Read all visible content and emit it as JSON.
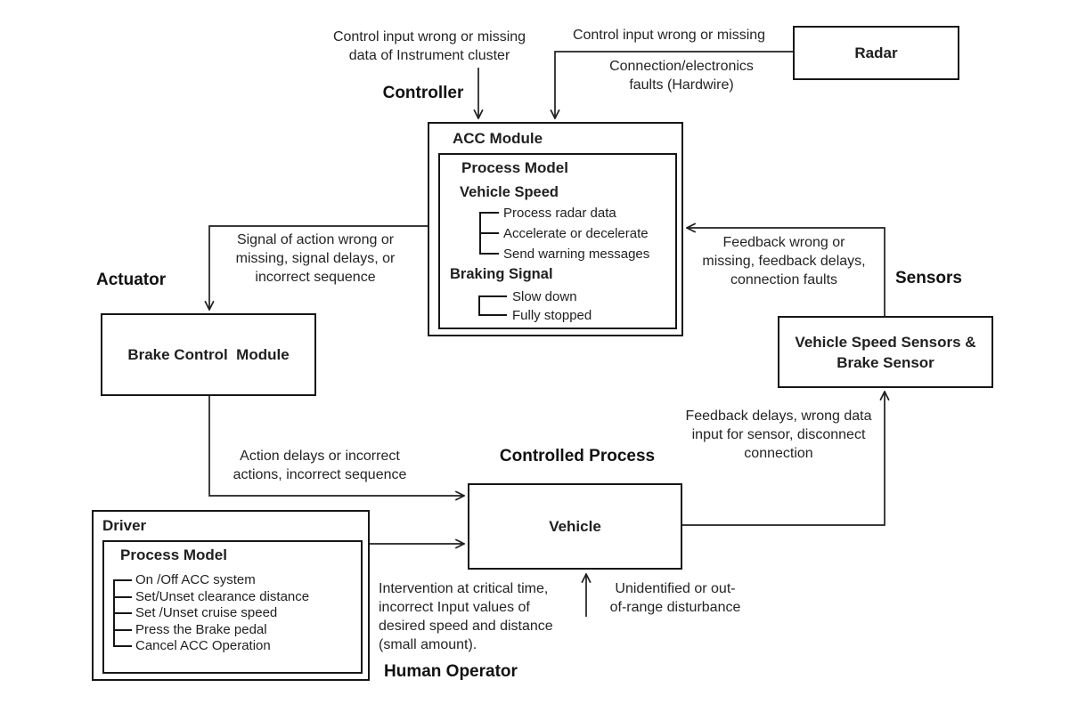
{
  "colors": {
    "background": "#ffffff",
    "line": "#1f1f1f",
    "text": "#1f1f1f"
  },
  "role_labels": {
    "controller": "Controller",
    "actuator": "Actuator",
    "sensors": "Sensors",
    "controlled_process": "Controlled Process",
    "human_operator": "Human Operator"
  },
  "boxes": {
    "radar": {
      "title": "Radar"
    },
    "acc_module": {
      "title": "ACC Module",
      "process_model": {
        "title": "Process Model",
        "vehicle_speed": {
          "title": "Vehicle Speed",
          "items": [
            "Process radar data",
            "Accelerate or decelerate",
            "Send warning messages"
          ]
        },
        "braking_signal": {
          "title": "Braking Signal",
          "items": [
            "Slow down",
            "Fully stopped"
          ]
        }
      }
    },
    "brake_control_module": {
      "title": "Brake Control  Module"
    },
    "vehicle_speed_sensors": {
      "title": "Vehicle Speed Sensors &\nBrake Sensor"
    },
    "vehicle": {
      "title": "Vehicle"
    },
    "driver": {
      "title": "Driver",
      "process_model": {
        "title": "Process Model",
        "items": [
          "On /Off ACC system",
          "Set/Unset clearance distance",
          "Set /Unset cruise speed",
          "Press the Brake pedal",
          "Cancel ACC Operation"
        ]
      }
    }
  },
  "edge_labels": {
    "controller_input": "Control input wrong or missing\ndata of Instrument cluster",
    "radar_input": "Control input wrong or missing",
    "radar_faults": "Connection/electronics\nfaults (Hardwire)",
    "acc_to_brake": "Signal of action wrong or\nmissing, signal delays, or\nincorrect sequence",
    "sensors_to_acc": "Feedback wrong or\nmissing, feedback delays,\nconnection faults",
    "brake_to_vehicle": "Action delays or incorrect\nactions, incorrect sequence",
    "vehicle_to_sensors": "Feedback delays, wrong data\ninput for sensor, disconnect\nconnection",
    "driver_intervention": "Intervention at critical time,\nincorrect Input values of\ndesired speed and distance\n(small amount).",
    "disturbance": "Unidentified or out-\nof-range disturbance"
  }
}
